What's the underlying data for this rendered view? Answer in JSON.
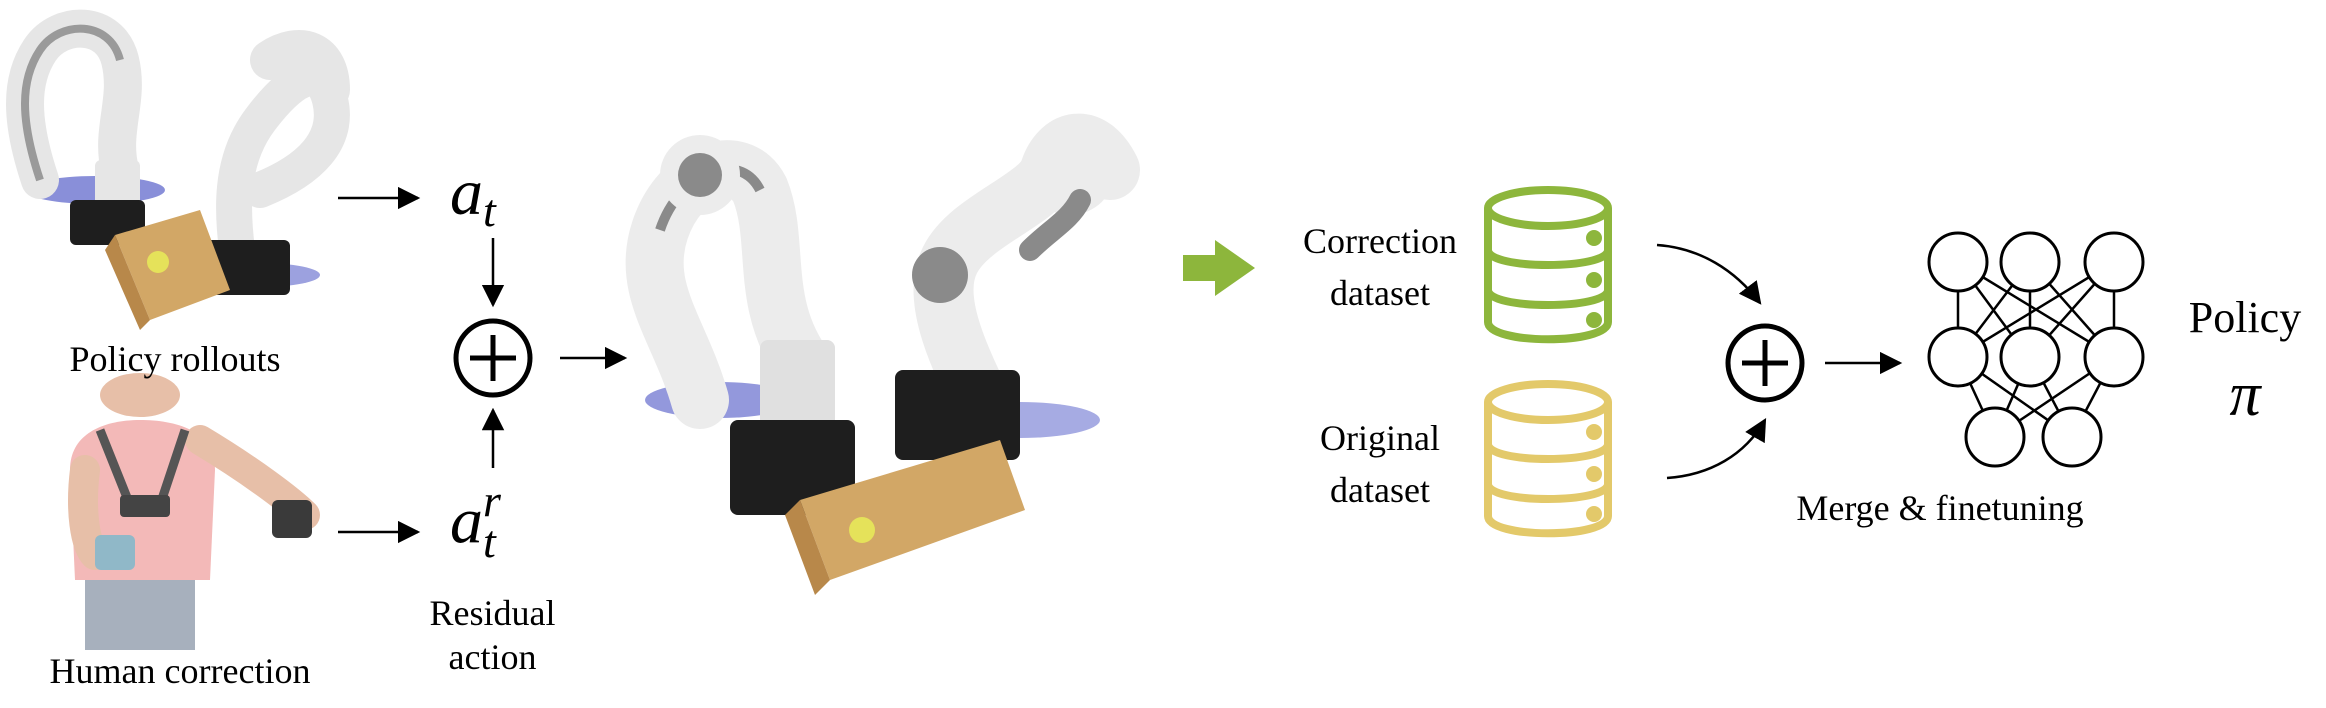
{
  "labels": {
    "policy_rollouts": "Policy rollouts",
    "human_correction": "Human correction",
    "residual_line1": "Residual",
    "residual_line2": "action",
    "correction_line1": "Correction",
    "correction_line2": "dataset",
    "original_line1": "Original",
    "original_line2": "dataset",
    "merge": "Merge & finetuning",
    "policy": "Policy"
  },
  "math": {
    "a": "a",
    "t": "t",
    "r": "r",
    "pi": "π"
  },
  "colors": {
    "correction_db": "#8db63c",
    "original_db": "#e3c96a",
    "arrow_green": "#8db63c",
    "robot_white": "#eeeeee",
    "robot_gray": "#8a8a8a",
    "gripper": "#1e1e1e",
    "box": "#d2a766",
    "ball": "#e5e25a",
    "skin": "#e7bfa8",
    "shirt": "#f3b9b8"
  }
}
